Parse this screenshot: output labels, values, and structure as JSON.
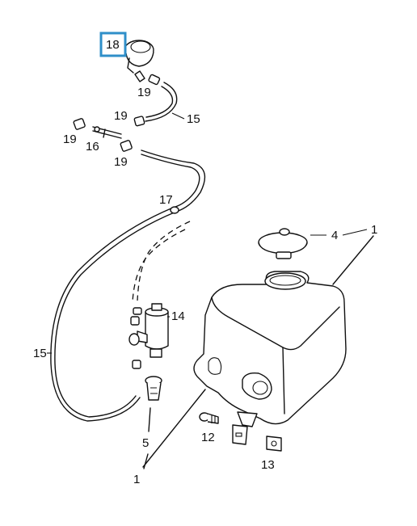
{
  "highlight": {
    "label": "18",
    "color": "#2f8fc9"
  },
  "callouts": {
    "c18": "18",
    "c19a": "19",
    "c15a": "15",
    "c19b": "19",
    "c19c": "19",
    "c16": "16",
    "c19d": "19",
    "c17": "17",
    "c4": "4",
    "c1a": "1",
    "c14": "14",
    "c15b": "15",
    "c5": "5",
    "c12": "12",
    "c13": "13",
    "c1b": "1"
  },
  "parts": {
    "p18": "nozzle-icon",
    "p19": "hose-connector-icon",
    "p15": "washer-hose-icon",
    "p16": "t-connector-icon",
    "p17": "hose-clip-icon",
    "p4": "reservoir-cap-icon",
    "p1": "washer-reservoir-icon",
    "p14": "washer-pump-icon",
    "p5": "level-sensor-icon",
    "p12": "bolt-icon",
    "p13": "clip-nut-icon"
  }
}
